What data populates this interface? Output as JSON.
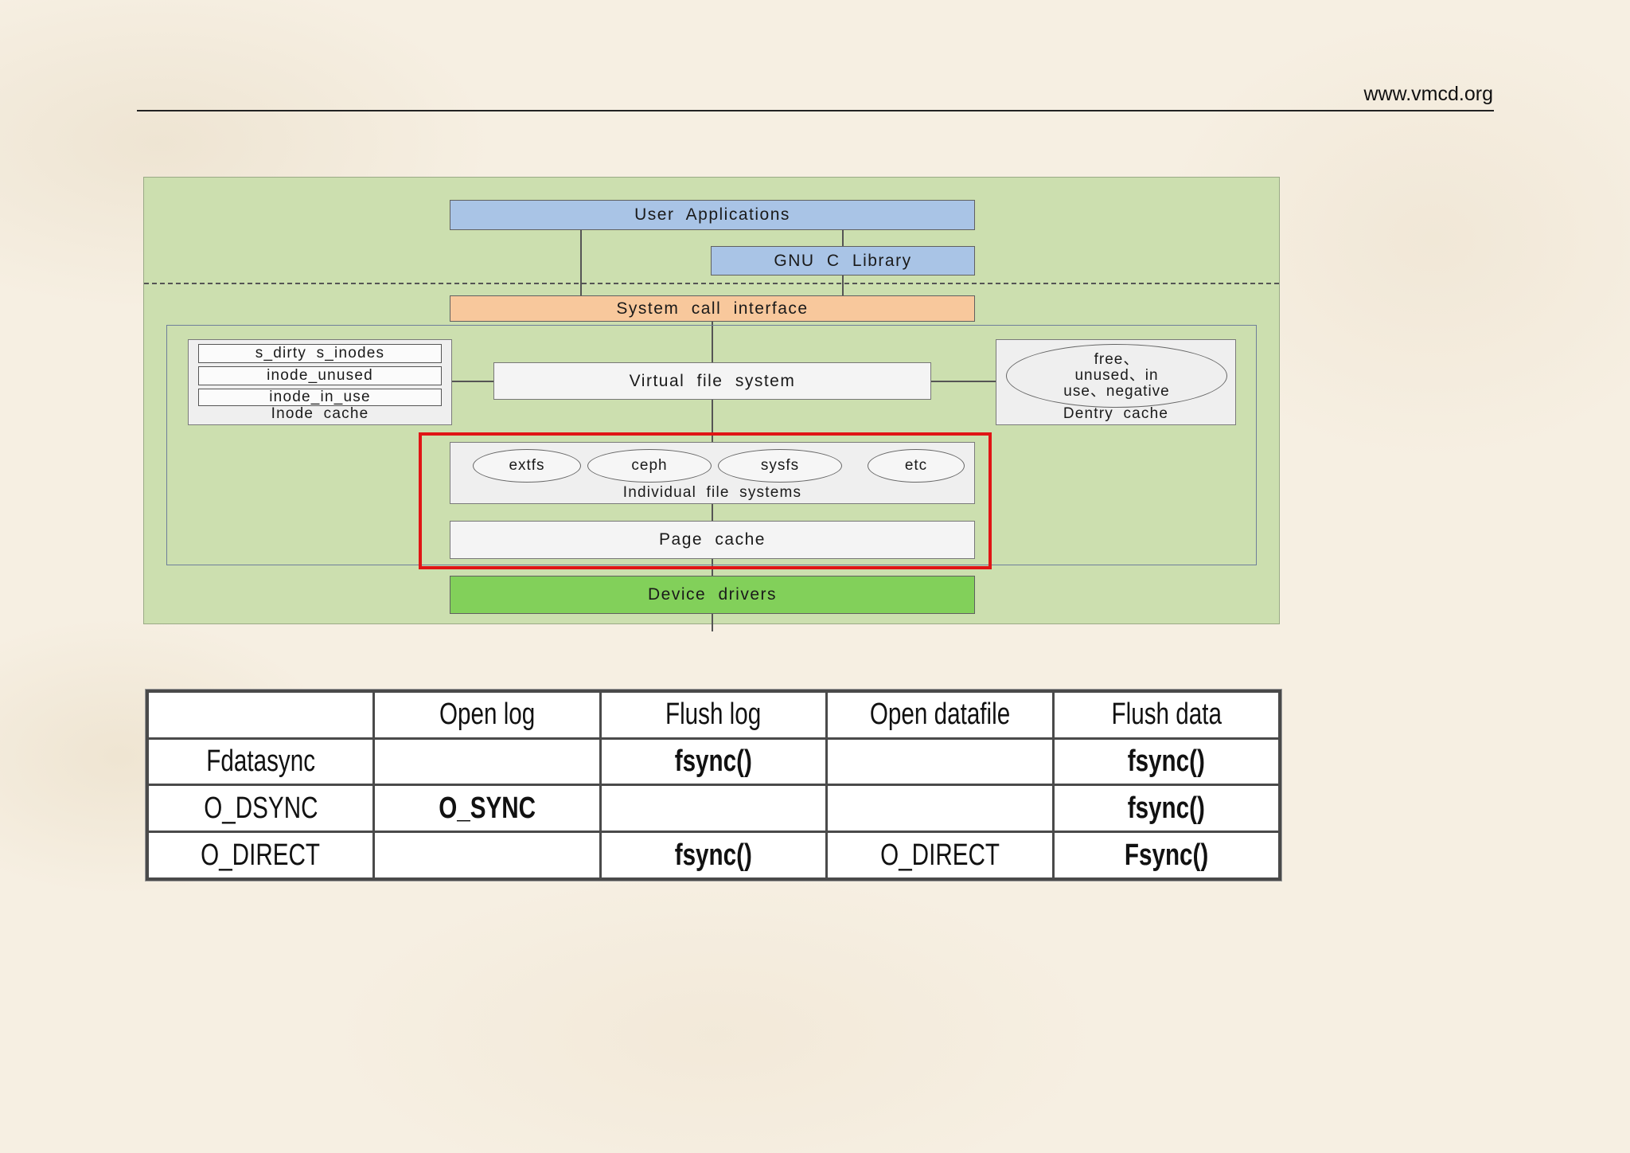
{
  "header": {
    "site_url": "www.vmcd.org"
  },
  "diagram": {
    "user_applications": "User Applications",
    "gnu_c_library": "GNU C Library",
    "system_call_interface": "System call interface",
    "virtual_file_system": "Virtual file system",
    "inode_cache": {
      "items": [
        "s_dirty s_inodes",
        "inode_unused",
        "inode_in_use"
      ],
      "caption": "Inode cache"
    },
    "dentry_cache": {
      "oval_lines": [
        "free、",
        "unused、in",
        "use、negative"
      ],
      "caption": "Dentry cache"
    },
    "individual_fs": {
      "items": [
        "extfs",
        "ceph",
        "sysfs",
        "etc"
      ],
      "caption": "Individual file systems"
    },
    "page_cache": "Page cache",
    "device_drivers": "Device drivers",
    "colors": {
      "background": "#ccdfaf",
      "user_apps": "#a9c4e6",
      "syscall": "#f8c89c",
      "device_drivers": "#82d05a",
      "highlight": "#e01515"
    }
  },
  "table": {
    "headers": [
      "",
      "Open log",
      "Flush log",
      "Open datafile",
      "Flush data"
    ],
    "rows": [
      [
        "Fdatasync",
        "",
        "fsync()",
        "",
        "fsync()"
      ],
      [
        "O_DSYNC",
        "O_SYNC",
        "",
        "",
        "fsync()"
      ],
      [
        "O_DIRECT",
        "",
        "fsync()",
        "O_DIRECT",
        "Fsync()"
      ]
    ]
  }
}
